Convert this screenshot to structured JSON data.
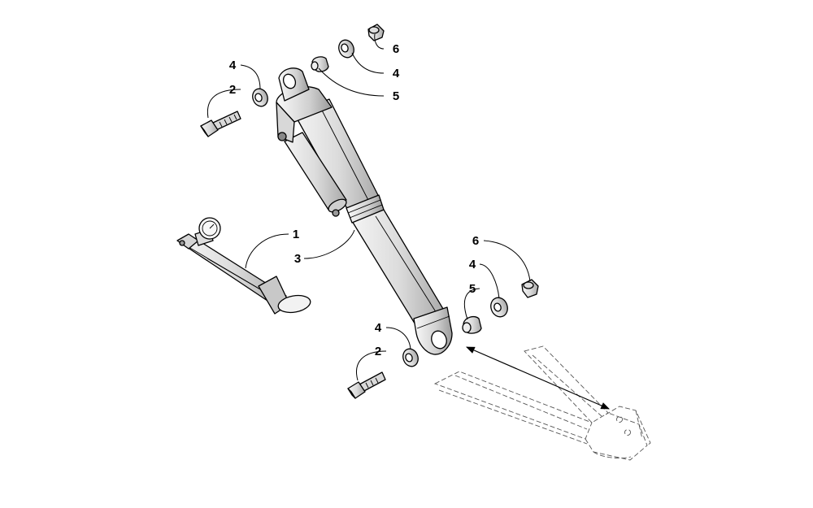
{
  "diagram": {
    "callouts": [
      {
        "id": "c1",
        "label": "1"
      },
      {
        "id": "c2a",
        "label": "2"
      },
      {
        "id": "c2b",
        "label": "2"
      },
      {
        "id": "c3",
        "label": "3"
      },
      {
        "id": "c4a",
        "label": "4"
      },
      {
        "id": "c4b",
        "label": "4"
      },
      {
        "id": "c4c",
        "label": "4"
      },
      {
        "id": "c4d",
        "label": "4"
      },
      {
        "id": "c5a",
        "label": "5"
      },
      {
        "id": "c5b",
        "label": "5"
      },
      {
        "id": "c6a",
        "label": "6"
      },
      {
        "id": "c6b",
        "label": "6"
      }
    ],
    "colors": {
      "line": "#000000",
      "background": "#ffffff",
      "metal": "#e6e6e6",
      "shadow": "#b8b8b8"
    }
  }
}
